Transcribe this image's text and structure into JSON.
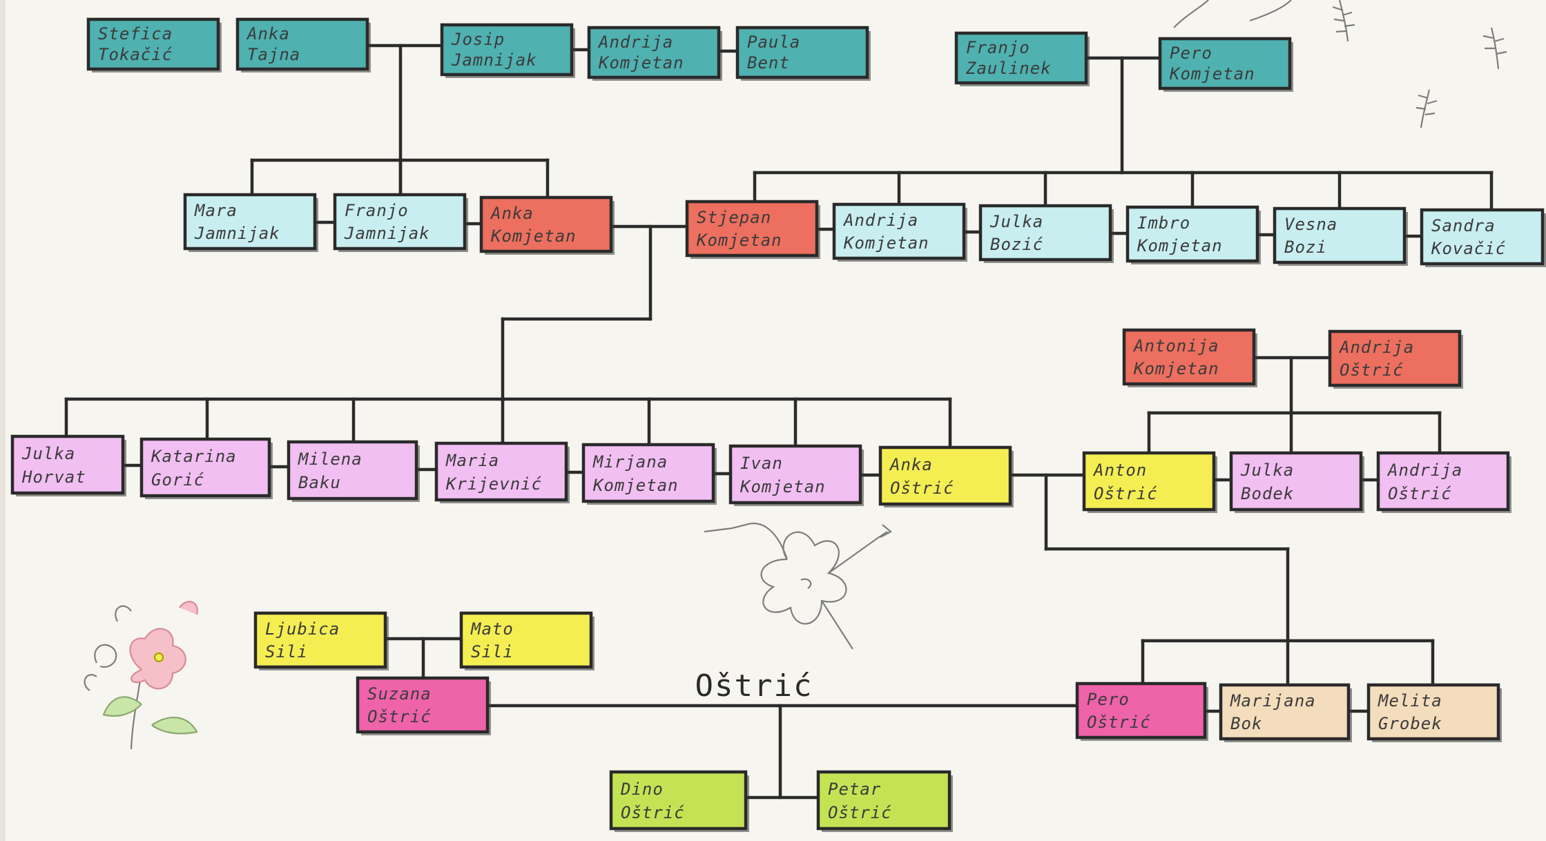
{
  "diagram": {
    "type": "family-tree",
    "family_label": "Oštrić",
    "colors": {
      "teal": "#4fb1b0",
      "light_blue": "#c8eef0",
      "salmon": "#ec6f5f",
      "pink": "#f2bff2",
      "yellow": "#f4ee52",
      "magenta": "#ee63aa",
      "peach": "#f3ddbc",
      "lime": "#c4e354",
      "line": "#2b2b2b"
    },
    "people": [
      {
        "id": "p1",
        "name": "Stefica Tokačić",
        "color": "teal"
      },
      {
        "id": "p2",
        "name": "Anka Tajna",
        "color": "teal"
      },
      {
        "id": "p3",
        "name": "Josip Jamnijak",
        "color": "teal"
      },
      {
        "id": "p4",
        "name": "Andrija Komjetan",
        "color": "teal"
      },
      {
        "id": "p5",
        "name": "Paula Bent",
        "color": "teal"
      },
      {
        "id": "p6",
        "name": "Franjo Zaulinek",
        "color": "teal"
      },
      {
        "id": "p7",
        "name": "Pero Komjetan",
        "color": "teal"
      },
      {
        "id": "p8",
        "name": "Mara Jamnijak",
        "color": "light_blue"
      },
      {
        "id": "p9",
        "name": "Franjo Jamnijak",
        "color": "light_blue"
      },
      {
        "id": "p10",
        "name": "Anka Komjetan",
        "color": "salmon"
      },
      {
        "id": "p11",
        "name": "Stjepan Komjetan",
        "color": "salmon"
      },
      {
        "id": "p12",
        "name": "Andrija Komjetan",
        "color": "light_blue"
      },
      {
        "id": "p13",
        "name": "Julka Bozić",
        "color": "light_blue"
      },
      {
        "id": "p14",
        "name": "Imbro Komjetan",
        "color": "light_blue"
      },
      {
        "id": "p15",
        "name": "Vesna Bozi",
        "color": "light_blue"
      },
      {
        "id": "p16",
        "name": "Sandra Kovačić",
        "color": "light_blue"
      },
      {
        "id": "p17",
        "name": "Antonija Komjetan",
        "color": "salmon"
      },
      {
        "id": "p18",
        "name": "Andrija Oštrić",
        "color": "salmon"
      },
      {
        "id": "p19",
        "name": "Julka Horvat",
        "color": "pink"
      },
      {
        "id": "p20",
        "name": "Katarina Gorić",
        "color": "pink"
      },
      {
        "id": "p21",
        "name": "Milena Baku",
        "color": "pink"
      },
      {
        "id": "p22",
        "name": "Maria Krijevnić",
        "color": "pink"
      },
      {
        "id": "p23",
        "name": "Mirjana Komjetan",
        "color": "pink"
      },
      {
        "id": "p24",
        "name": "Ivan Komjetan",
        "color": "pink"
      },
      {
        "id": "p25",
        "name": "Anka Oštrić",
        "color": "yellow"
      },
      {
        "id": "p26",
        "name": "Anton Oštrić",
        "color": "yellow"
      },
      {
        "id": "p27",
        "name": "Julka Bodek",
        "color": "pink"
      },
      {
        "id": "p28",
        "name": "Andrija Oštrić",
        "color": "pink"
      },
      {
        "id": "p29",
        "name": "Ljubica Sili",
        "color": "yellow"
      },
      {
        "id": "p30",
        "name": "Mato Sili",
        "color": "yellow"
      },
      {
        "id": "p31",
        "name": "Suzana Oštrić",
        "color": "magenta"
      },
      {
        "id": "p32",
        "name": "Pero Oštrić",
        "color": "magenta"
      },
      {
        "id": "p33",
        "name": "Marijana Bok",
        "color": "peach"
      },
      {
        "id": "p34",
        "name": "Melita Grobek",
        "color": "peach"
      },
      {
        "id": "p35",
        "name": "Dino Oštrić",
        "color": "lime"
      },
      {
        "id": "p36",
        "name": "Petar Oštrić",
        "color": "lime"
      }
    ],
    "decorations": [
      "flower-doodle-pink",
      "flower-doodle-sketch",
      "plant-doodle"
    ]
  }
}
